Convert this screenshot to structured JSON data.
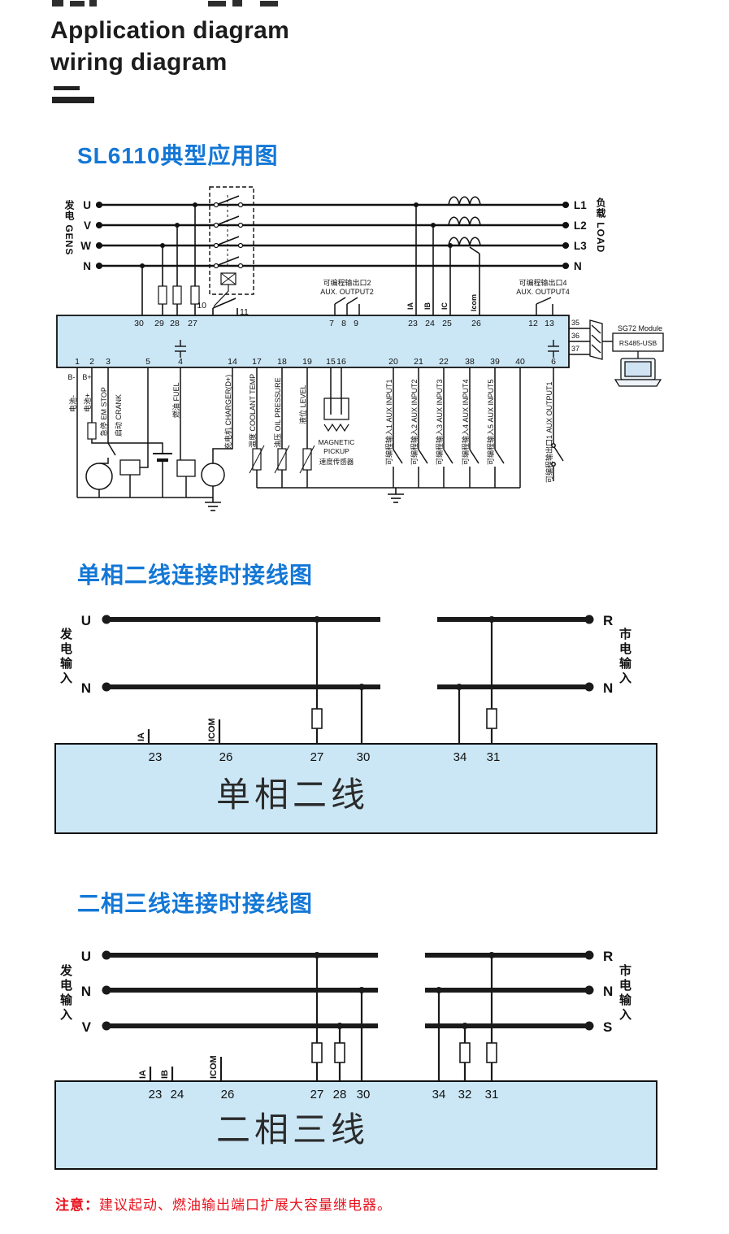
{
  "page": {
    "title_line1": "Application diagram",
    "title_line2": "wiring diagram",
    "note_prefix": "注意：",
    "note_text": "建议起动、燃油输出端口扩展大容量继电器。"
  },
  "labels": {
    "gen_input": "发电输入",
    "mains_input": "市电输入"
  },
  "app": {
    "heading": "SL6110典型应用图",
    "gens": "发电 GENS",
    "load": "负载 LOAD",
    "gen_phases": [
      "U",
      "V",
      "W",
      "N"
    ],
    "load_phases": [
      "L1",
      "L2",
      "L3",
      "N"
    ],
    "mains_terms": [
      "30",
      "29",
      "28",
      "27"
    ],
    "breaker_terms": [
      "10",
      "11"
    ],
    "out2_cn": "可编程输出口2",
    "out2_en": "AUX. OUTPUT2",
    "out2_terms": [
      "7",
      "8",
      "9"
    ],
    "ct_labels": [
      "IA",
      "IB",
      "IC",
      "Icom"
    ],
    "ct_terms": [
      "23",
      "24",
      "25",
      "26"
    ],
    "out4_cn": "可编程输出口4",
    "out4_en": "AUX. OUTPUT4",
    "out4_terms": [
      "12",
      "13"
    ],
    "comm_terms": [
      "35",
      "36",
      "37"
    ],
    "sg72": "SG72 Module",
    "rs485": "RS485-USB",
    "bottom_terms": [
      "1",
      "2",
      "3",
      "5",
      "4",
      "14",
      "17",
      "18",
      "19",
      "15",
      "16",
      "20",
      "21",
      "22",
      "38",
      "39",
      "40",
      "6"
    ],
    "batt_pins": [
      "B-",
      "B+"
    ],
    "rot_labels": [
      "电池-",
      "电池+",
      "急停 EM STOP",
      "启动 CRANK",
      "燃油 FUEL",
      "充电机 CHARGER(D+)",
      "温度 COOLANT TEMP",
      "油压 OIL PRESSURE",
      "液位 LEVEL",
      "可编程输入1 AUX INPUT1",
      "可编程输入2 AUX INPUT2",
      "可编程输入3 AUX INPUT3",
      "可编程输入4 AUX INPUT4",
      "可编程输入5 AUX INPUT5",
      "可编程输出口1 AUX OUTPUT1"
    ],
    "pickup": [
      "MAGNETIC",
      "PICKUP",
      "速度传感器"
    ]
  },
  "sp": {
    "heading": "单相二线连接时接线图",
    "left_lines": [
      "U",
      "N"
    ],
    "right_lines": [
      "R",
      "N"
    ],
    "stubs": [
      "IA",
      "ICOM"
    ],
    "terms": [
      "23",
      "26",
      "27",
      "30",
      "34",
      "31"
    ],
    "box_label": "单相二线"
  },
  "tp": {
    "heading": "二相三线连接时接线图",
    "left_lines": [
      "U",
      "N",
      "V"
    ],
    "right_lines": [
      "R",
      "N",
      "S"
    ],
    "stubs": [
      "IA",
      "IB",
      "ICOM"
    ],
    "terms": [
      "23",
      "24",
      "26",
      "27",
      "28",
      "30",
      "34",
      "32",
      "31"
    ],
    "box_label": "二相三线"
  },
  "colors": {
    "heading_blue": "#1377d6",
    "box_fill": "#cbe7f6",
    "note_red": "#e8121d"
  }
}
